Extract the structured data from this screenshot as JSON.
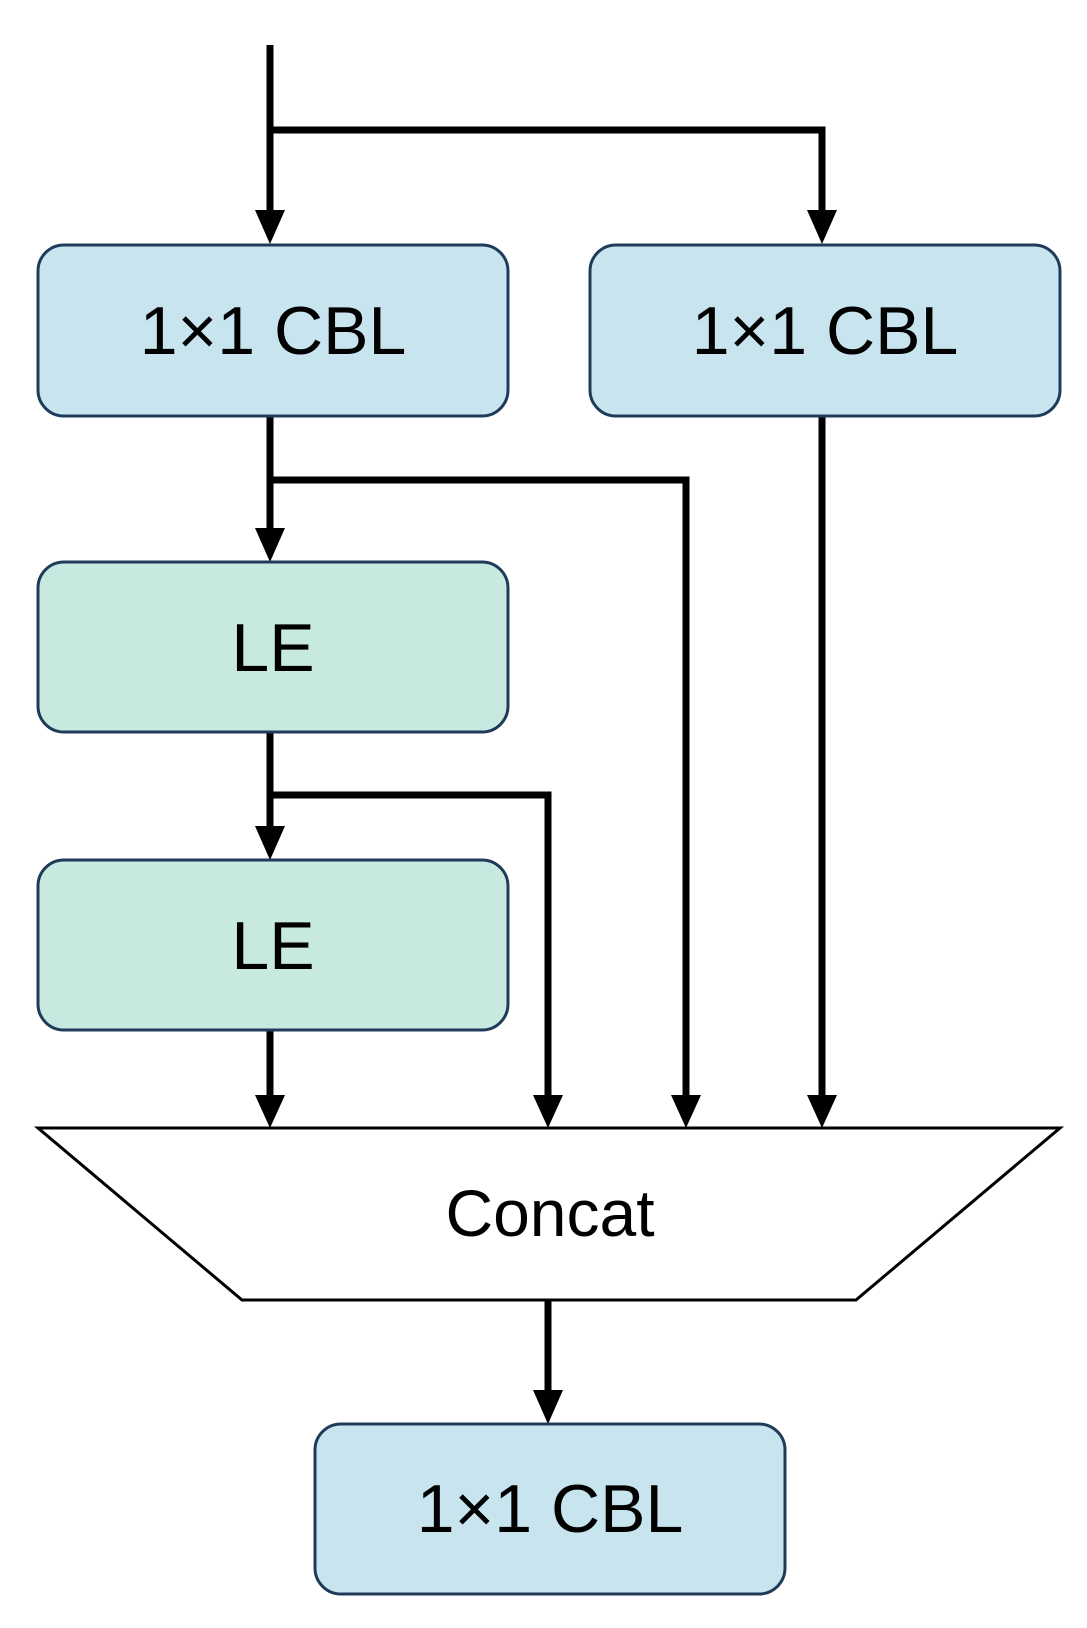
{
  "colors": {
    "cbl_fill": "#c7e4ef",
    "le_fill": "#c8e9e0",
    "box_stroke": "#1f3b5a",
    "concat_fill": "#ffffff",
    "line": "#000000"
  },
  "nodes": {
    "cbl_left": {
      "label": "1×1 CBL"
    },
    "cbl_right": {
      "label": "1×1 CBL"
    },
    "le_top": {
      "label": "LE"
    },
    "le_bottom": {
      "label": "LE"
    },
    "concat": {
      "label": "Concat"
    },
    "cbl_output": {
      "label": "1×1 CBL"
    }
  }
}
